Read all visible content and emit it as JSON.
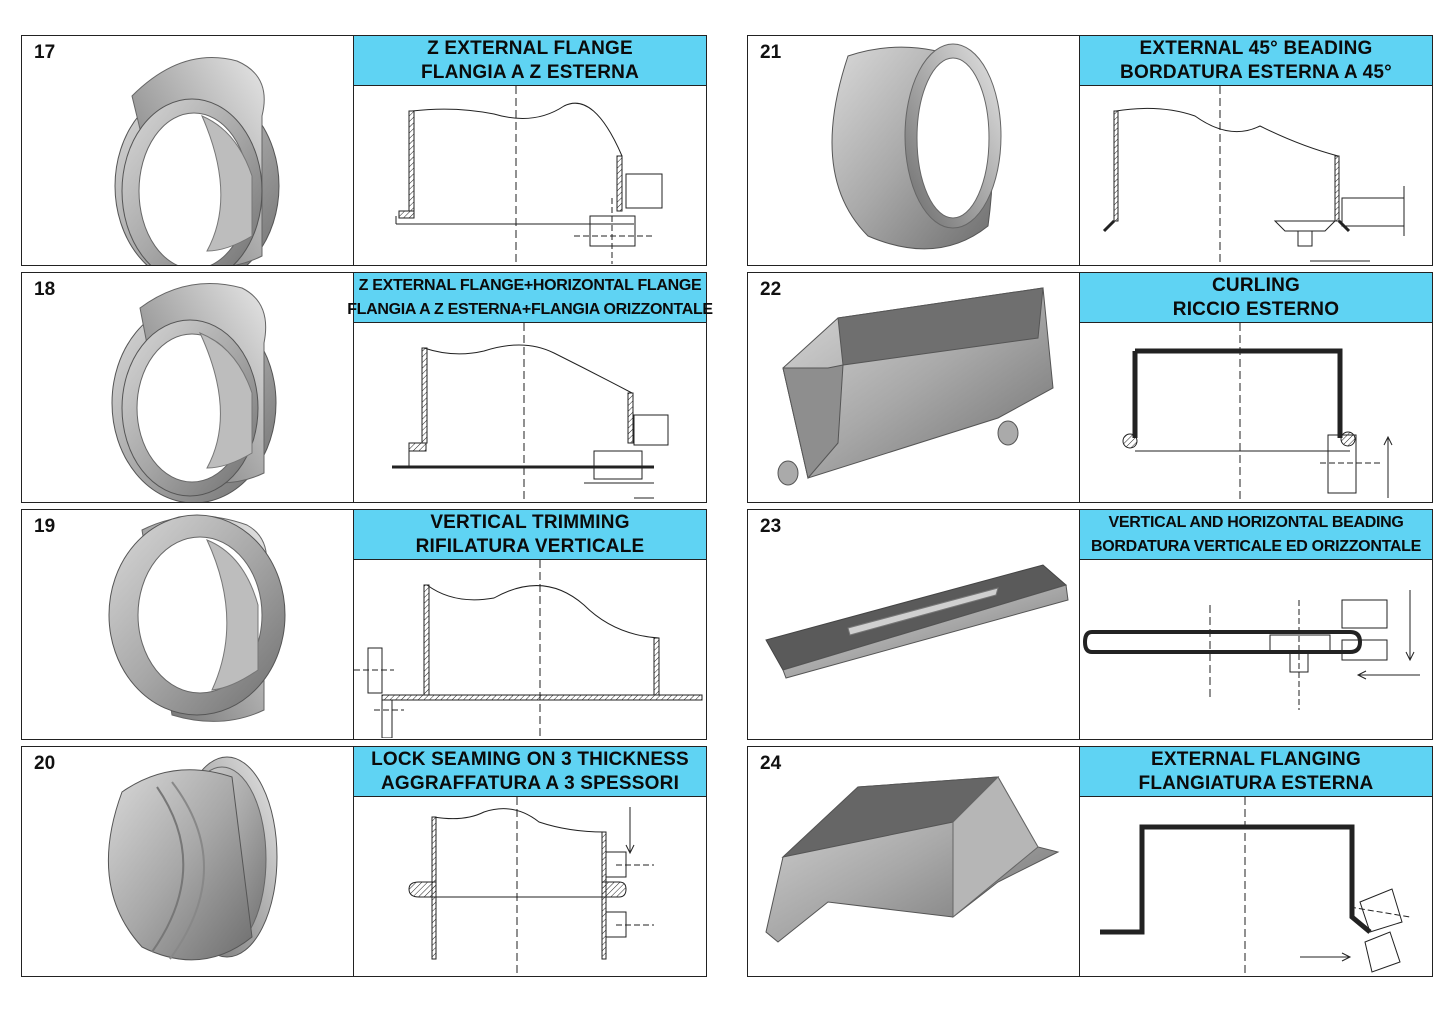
{
  "cards": [
    {
      "number": "17",
      "title_en": "Z EXTERNAL FLANGE",
      "title_it": "FLANGIA A Z ESTERNA"
    },
    {
      "number": "18",
      "title_en": "Z EXTERNAL FLANGE+HORIZONTAL FLANGE",
      "title_it": "FLANGIA A Z ESTERNA+FLANGIA ORIZZONTALE"
    },
    {
      "number": "19",
      "title_en": "VERTICAL TRIMMING",
      "title_it": "RIFILATURA VERTICALE"
    },
    {
      "number": "20",
      "title_en": "LOCK SEAMING ON 3 THICKNESS",
      "title_it": "AGGRAFFATURA A 3 SPESSORI"
    },
    {
      "number": "21",
      "title_en": "EXTERNAL 45° BEADING",
      "title_it": "BORDATURA ESTERNA A 45°"
    },
    {
      "number": "22",
      "title_en": "CURLING",
      "title_it": "RICCIO ESTERNO"
    },
    {
      "number": "23",
      "title_en": "VERTICAL AND HORIZONTAL BEADING",
      "title_it": "BORDATURA VERTICALE ED ORIZZONTALE"
    },
    {
      "number": "24",
      "title_en": "EXTERNAL FLANGING",
      "title_it": "FLANGIATURA ESTERNA"
    }
  ],
  "colors": {
    "title_bg": "#5fd3f3",
    "part_gray": "#9a9a9a"
  }
}
